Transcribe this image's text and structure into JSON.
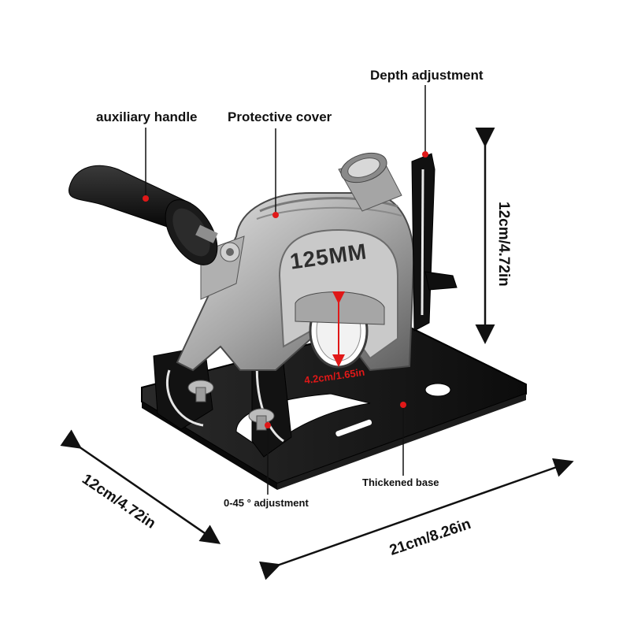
{
  "labels": {
    "depth_adjustment": "Depth adjustment",
    "auxiliary_handle": "auxiliary handle",
    "protective_cover": "Protective cover",
    "thickened_base": "Thickened base",
    "angle_adjustment": "0-45 ° adjustment",
    "cover_marking": "125MM",
    "blade_opening": "4.2cm/1.65in"
  },
  "dimensions": {
    "height": "12cm/4.72in",
    "width": "12cm/4.72in",
    "length": "21cm/8.26in"
  },
  "colors": {
    "callout_dot": "#e01818",
    "measure_red": "#e01818",
    "body_metal": "#b9b9b9",
    "base_black": "#161616"
  }
}
